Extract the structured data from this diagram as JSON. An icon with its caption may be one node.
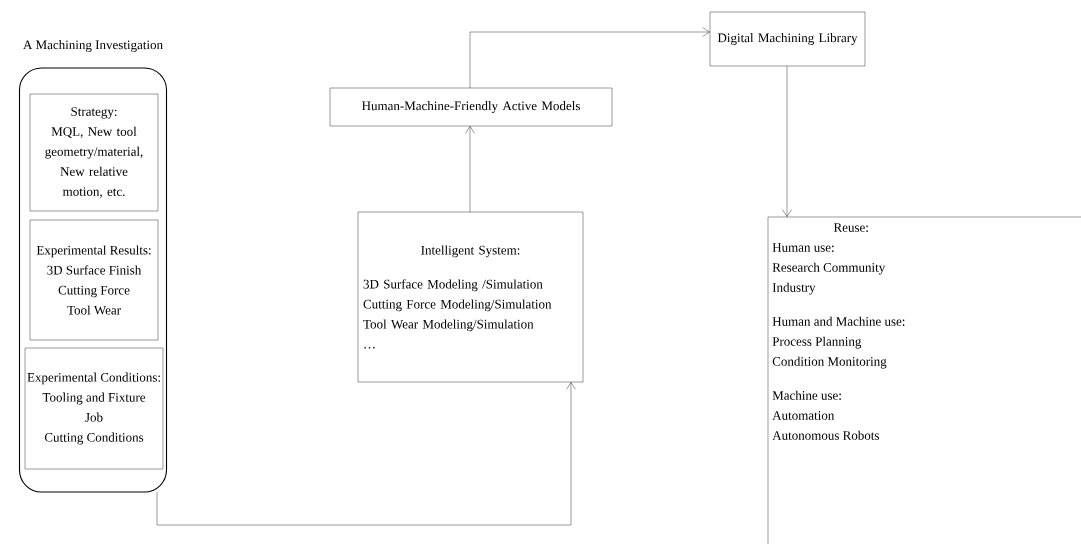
{
  "diagram": {
    "nodes": [
      {
        "text": [
          "A Machining Investigation"
        ]
      },
      {
        "text": [
          "Strategy:",
          "MQL, New tool geometry/material, New relative motion, etc."
        ],
        "in": 0
      },
      {
        "text": [
          "Experimental Results:",
          "3D Surface Finish",
          "Cutting Force",
          "Tool Wear"
        ],
        "in": 0
      },
      {
        "text": [
          "Experimental Conditions:",
          "Tooling and Fixture",
          "Job",
          "Cutting Conditions"
        ],
        "in": 0
      },
      {
        "text": [
          "Intelligent System:",
          "3D Surface Modeling /Simulation",
          "Cutting Force Modeling/Simulation",
          "Tool Wear Modeling/Simulation",
          "…"
        ]
      },
      {
        "text": [
          "Human-Machine-Friendly Active Models"
        ]
      },
      {
        "text": [
          "Digital Machining Library"
        ]
      },
      {
        "text": [
          "Reuse:",
          "Human use:",
          "Research Community",
          "Industry",
          "Human and Machine use:",
          "Process Planning",
          "Condition Monitoring",
          "Machine use:",
          "Automation",
          "Autonomous Robots"
        ]
      }
    ],
    "edges": [
      {
        "from": 0,
        "to": 4,
        "arrow": "to"
      },
      {
        "from": 4,
        "to": 5,
        "arrow": "to"
      },
      {
        "from": 5,
        "to": 6,
        "arrow": "to"
      },
      {
        "from": 6,
        "to": 7,
        "arrow": "to"
      }
    ]
  }
}
